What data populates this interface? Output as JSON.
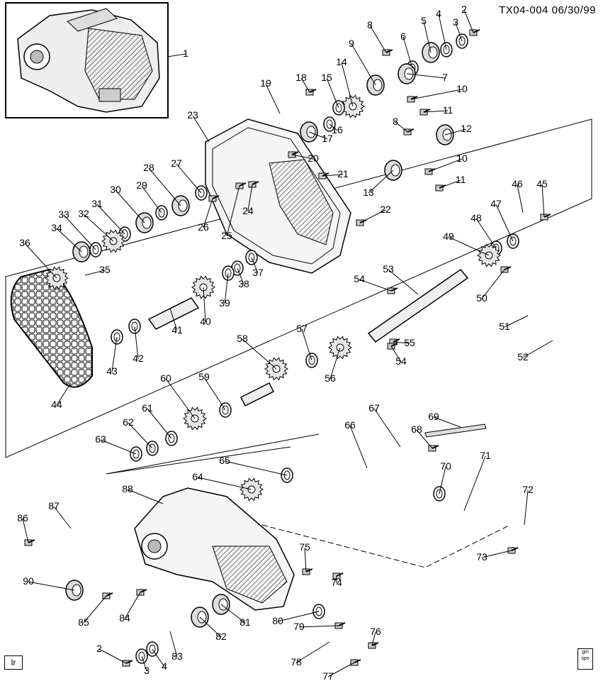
{
  "header": {
    "doc_code": "TX04-004 06/30/99"
  },
  "footer": {
    "corner_label": "lr",
    "logo_text": [
      "gm",
      "spo"
    ]
  },
  "parts": [
    "1",
    "2",
    "3",
    "4",
    "5",
    "6",
    "7",
    "8",
    "9",
    "10",
    "11",
    "12",
    "13",
    "14",
    "15",
    "16",
    "17",
    "18",
    "19",
    "20",
    "21",
    "22",
    "23",
    "24",
    "25",
    "26",
    "27",
    "28",
    "29",
    "30",
    "31",
    "32",
    "33",
    "34",
    "35",
    "36",
    "37",
    "38",
    "39",
    "40",
    "41",
    "42",
    "43",
    "44",
    "45",
    "46",
    "47",
    "48",
    "49",
    "50",
    "51",
    "52",
    "53",
    "54",
    "55",
    "56",
    "57",
    "58",
    "59",
    "60",
    "61",
    "62",
    "63",
    "64",
    "65",
    "66",
    "67",
    "68",
    "69",
    "70",
    "71",
    "72",
    "73",
    "74",
    "75",
    "76",
    "77",
    "78",
    "79",
    "80",
    "81",
    "82",
    "83",
    "84",
    "85",
    "86",
    "87",
    "88",
    "90"
  ],
  "secondary": [
    "2",
    "3",
    "4",
    "8",
    "10",
    "11",
    "54"
  ],
  "colors": {
    "ink": "#000000",
    "paper": "#ffffff",
    "shade": "#d9d9d9"
  }
}
